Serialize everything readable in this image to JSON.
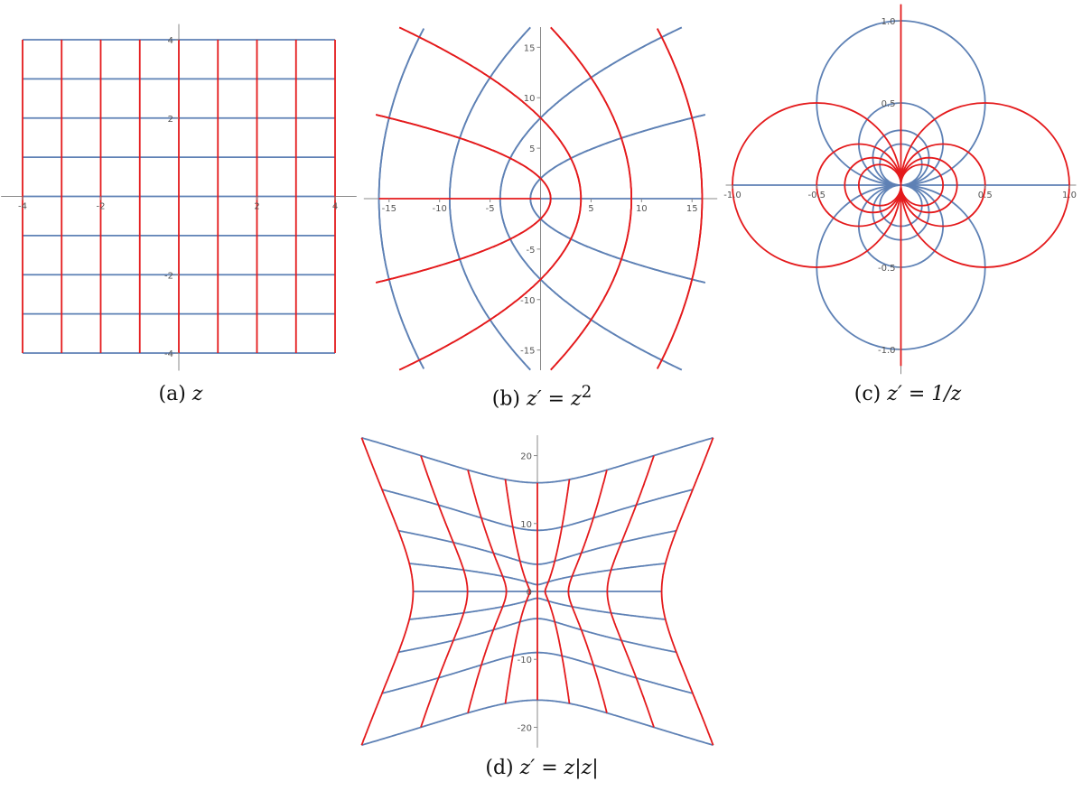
{
  "panels": {
    "a": {
      "caption_prefix": "(a)",
      "caption_math": "z",
      "x_ticks": [
        "-4",
        "-2",
        "2",
        "4"
      ],
      "y_ticks": [
        "4",
        "2",
        "-2",
        "-4"
      ],
      "mapping": "identity",
      "domain": [
        -4,
        4
      ],
      "grid_step": 1
    },
    "b": {
      "caption_prefix": "(b)",
      "caption_math": "z′ = z",
      "caption_sup": "2",
      "x_ticks": [
        "-15",
        "-10",
        "-5",
        "5",
        "10",
        "15"
      ],
      "y_ticks": [
        "15",
        "10",
        "5",
        "-5",
        "-10",
        "-15"
      ],
      "mapping": "z^2",
      "xlim": [
        -16.5,
        16.5
      ],
      "ylim": [
        -17,
        17
      ]
    },
    "c": {
      "caption_prefix": "(c)",
      "caption_math": "z′ = 1/z",
      "x_ticks": [
        "-1.0",
        "-0.5",
        "0.5",
        "1.0"
      ],
      "y_ticks": [
        "1.0",
        "0.5",
        "-0.5",
        "-1.0"
      ],
      "mapping": "1/z",
      "xlim": [
        -1.0,
        1.0
      ],
      "ylim": [
        -1.0,
        1.0
      ]
    },
    "d": {
      "caption_prefix": "(d)",
      "caption_math": "z′ = z|z|",
      "x_ticks": [],
      "y_ticks": [
        "20",
        "10",
        "0",
        "-10",
        "-20"
      ],
      "mapping": "z|z|",
      "xlim": [
        -20,
        20
      ],
      "ylim": [
        -23,
        23
      ]
    }
  },
  "colors": {
    "horizontal_lines": "#5e81b5",
    "vertical_lines": "#e41a1c",
    "axis": "#888888"
  }
}
